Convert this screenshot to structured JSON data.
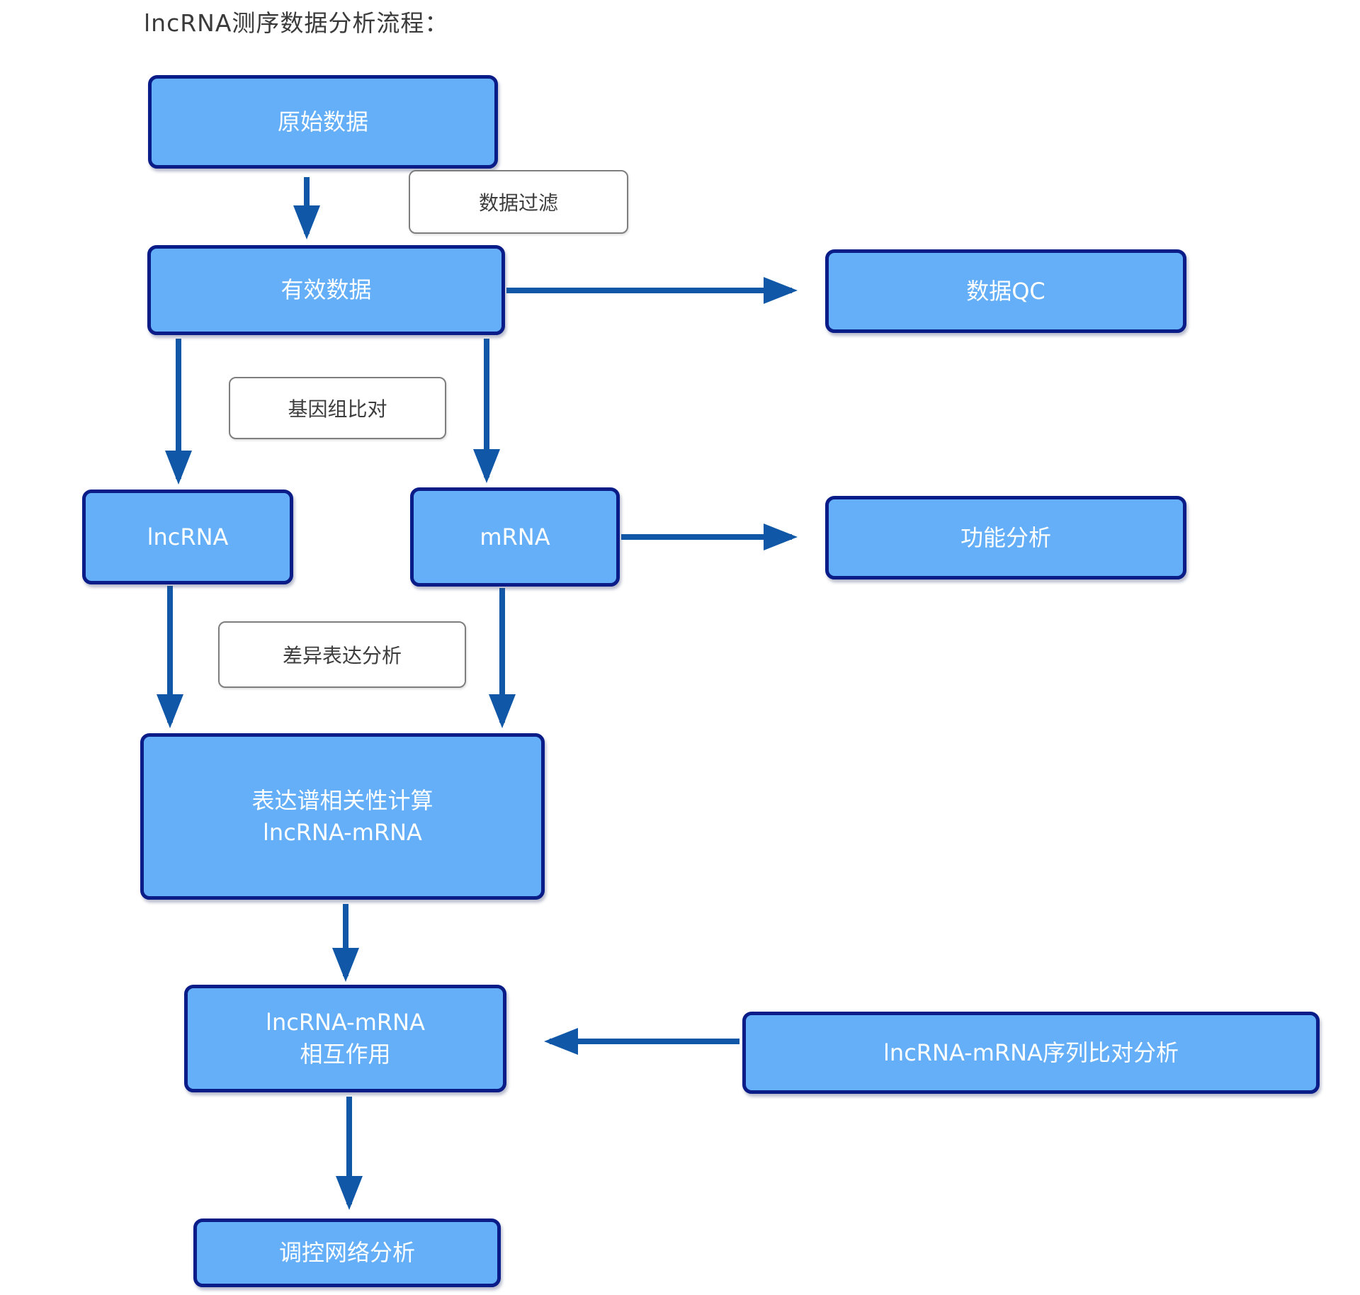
{
  "title": "lncRNA测序数据分析流程：",
  "colors": {
    "node_fill": "#64aff8",
    "node_border": "#0a1c87",
    "node_text": "#ffffff",
    "arrow": "#1058a7",
    "label_box_border": "#7e7e7e",
    "label_box_text": "#3d3d3d",
    "title_text": "#3a3a3a",
    "background": "#ffffff"
  },
  "nodes": {
    "raw_data": {
      "label": "原始数据"
    },
    "valid_data": {
      "label": "有效数据"
    },
    "data_qc": {
      "label": "数据QC"
    },
    "lncrna": {
      "label": "lncRNA"
    },
    "mrna": {
      "label": "mRNA"
    },
    "func_analysis": {
      "label": "功能分析"
    },
    "corr_calc": {
      "line1": "表达谱相关性计算",
      "line2": "lncRNA-mRNA"
    },
    "interaction": {
      "line1": "lncRNA-mRNA",
      "line2": "相互作用"
    },
    "seq_align": {
      "label": "lncRNA-mRNA序列比对分析"
    },
    "network": {
      "label": "调控网络分析"
    }
  },
  "step_labels": {
    "data_filter": {
      "label": "数据过滤"
    },
    "genome_align": {
      "label": "基因组比对"
    },
    "diff_expr": {
      "label": "差异表达分析"
    }
  },
  "edges": [
    {
      "from": "原始数据",
      "to": "有效数据",
      "via": "数据过滤"
    },
    {
      "from": "有效数据",
      "to": "数据QC",
      "via": ""
    },
    {
      "from": "有效数据",
      "to": "lncRNA",
      "via": "基因组比对"
    },
    {
      "from": "有效数据",
      "to": "mRNA",
      "via": "基因组比对"
    },
    {
      "from": "mRNA",
      "to": "功能分析",
      "via": ""
    },
    {
      "from": "lncRNA",
      "to": "表达谱相关性计算 lncRNA-mRNA",
      "via": "差异表达分析"
    },
    {
      "from": "mRNA",
      "to": "表达谱相关性计算 lncRNA-mRNA",
      "via": "差异表达分析"
    },
    {
      "from": "表达谱相关性计算 lncRNA-mRNA",
      "to": "lncRNA-mRNA 相互作用",
      "via": ""
    },
    {
      "from": "lncRNA-mRNA序列比对分析",
      "to": "lncRNA-mRNA 相互作用",
      "via": ""
    },
    {
      "from": "lncRNA-mRNA 相互作用",
      "to": "调控网络分析",
      "via": ""
    }
  ]
}
